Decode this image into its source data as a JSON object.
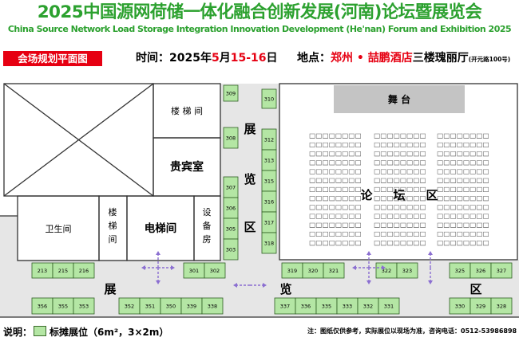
{
  "header": {
    "title": "2025中国源网荷储一体化融合创新发展(河南)论坛暨展览会",
    "subtitle": "China Source Network Load Storage Integration Innovation Development (He'nan) Forum and Exhibition 2025"
  },
  "info": {
    "badge": "会场规划平面图",
    "time_label": "时间：",
    "time_prefix": "2025年",
    "time_month": "5",
    "time_mid": "月",
    "time_days": "15-16",
    "time_suffix": "日",
    "place_label": "地点：",
    "place_venue": "郑州 • 喆鹏酒店",
    "place_hall": "三楼瑰丽厅",
    "place_address": "(开元路100号)"
  },
  "rooms": {
    "stairs_top": "楼 梯 间",
    "vip_room": "贵宾室",
    "restroom": "卫生间",
    "stairs_left": "楼梯间",
    "elevator_hall": "电梯间",
    "pantry": "设备房",
    "stage": "舞 台"
  },
  "zone_labels": {
    "exhibit_zhan": "展",
    "exhibit_lan": "览",
    "exhibit_qu": "区",
    "forum_lun": "论",
    "forum_tan": "坛",
    "forum_qu": "区",
    "bottom_zhan": "展",
    "bottom_lan": "览",
    "bottom_qu": "区"
  },
  "booths": {
    "column_top_left": [
      "309",
      "308",
      "307",
      "306",
      "305",
      "303"
    ],
    "column_top_right": [
      "310",
      "312",
      "313",
      "315",
      "316",
      "317",
      "318"
    ],
    "row_upper_left": [
      "213",
      "215",
      "216"
    ],
    "row_upper_mid": [
      "301",
      "302"
    ],
    "row_upper_right_a": [
      "319",
      "320",
      "321"
    ],
    "row_upper_right_b": [
      "322",
      "323"
    ],
    "row_upper_right_c": [
      "325",
      "326",
      "327"
    ],
    "row_lower_left": [
      "356",
      "355",
      "353"
    ],
    "row_lower_mid": [
      "352",
      "351",
      "350",
      "339",
      "338"
    ],
    "row_lower_right_a": [
      "337",
      "336",
      "335",
      "333",
      "332",
      "331"
    ],
    "row_lower_right_b": [
      "330",
      "329",
      "328"
    ]
  },
  "legend": {
    "label": "说明：",
    "text": "标摊展位（6m²，3×2m）",
    "note": "注：图纸仅供参考，实际展位以现场为准，咨询电话：0512-53986898"
  },
  "colors": {
    "title_green": "#2ca12f",
    "badge_red": "#e60012",
    "booth_fill": "#b4e6a4",
    "corridor_gray": "#e6e6e6",
    "stage_gray": "#c4c4c4",
    "arrow_purple": "#8b6fd1"
  }
}
